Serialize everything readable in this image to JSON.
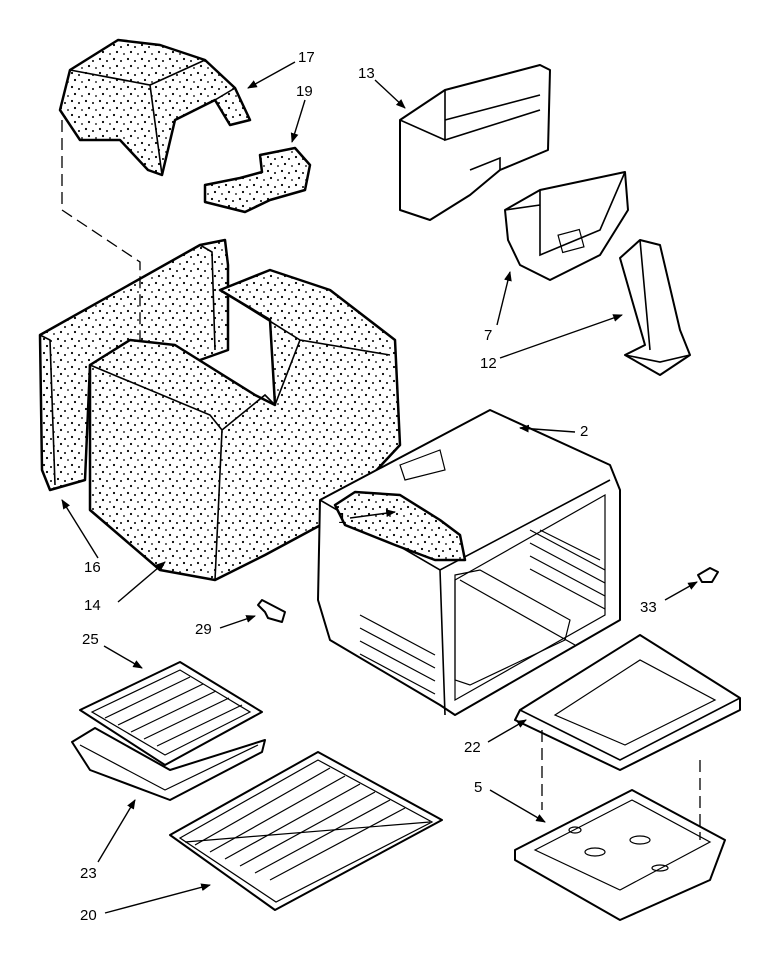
{
  "callouts": {
    "c1": "1",
    "c2": "2",
    "c5": "5",
    "c7": "7",
    "c12": "12",
    "c13": "13",
    "c14": "14",
    "c16": "16",
    "c17": "17",
    "c19": "19",
    "c20": "20",
    "c22": "22",
    "c23": "23",
    "c25": "25",
    "c29": "29",
    "c33": "33"
  },
  "colors": {
    "ink": "#000000",
    "paper": "#ffffff"
  }
}
